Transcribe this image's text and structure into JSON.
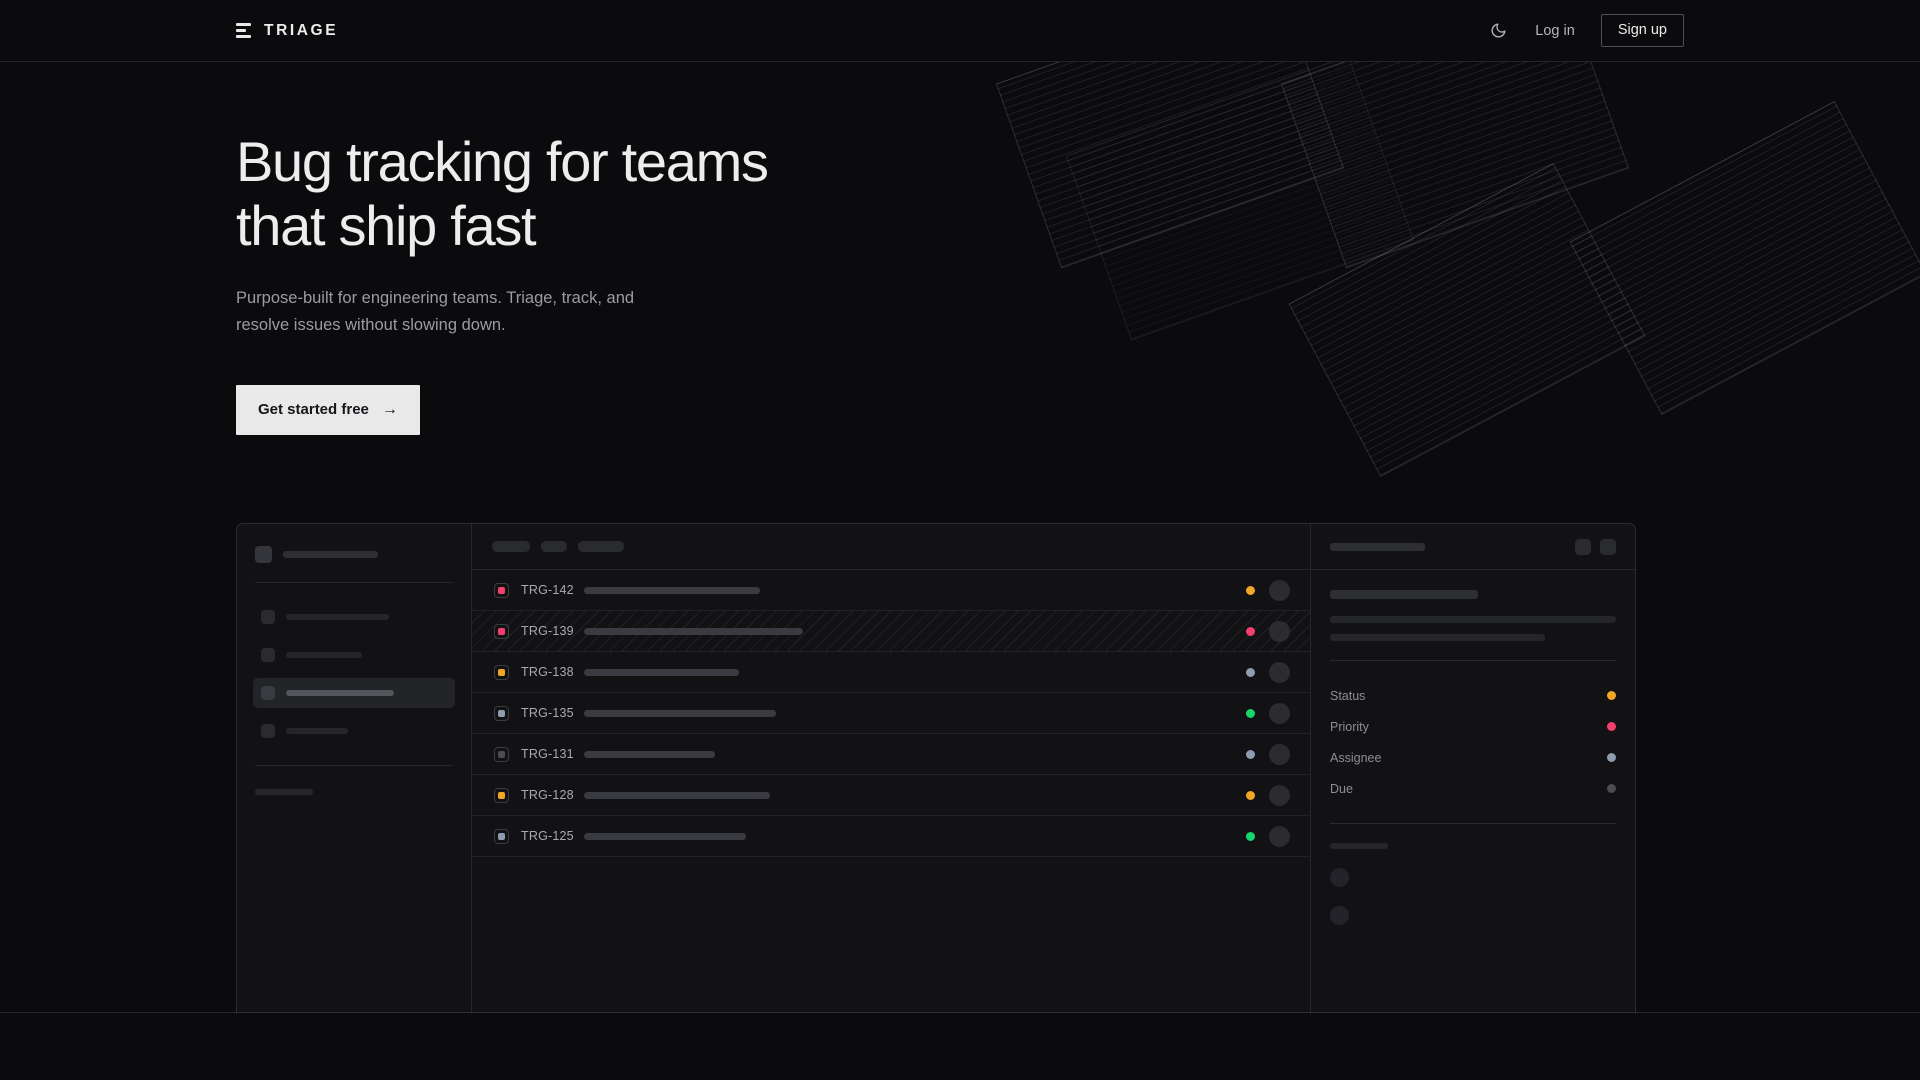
{
  "header": {
    "brand": "TRIAGE",
    "theme_toggle_icon": "moon-icon",
    "login_label": "Log in",
    "signup_label": "Sign up"
  },
  "hero": {
    "headline_line1": "Bug tracking for teams",
    "headline_line2": "that ship fast",
    "subhead_line1": "Purpose-built for engineering teams. Triage, track, and",
    "subhead_line2": "resolve issues without slowing down.",
    "cta_label": "Get started free",
    "cta_arrow": "→"
  },
  "colors": {
    "page_bg": "#0b0b0d",
    "panel_bg": "#121214",
    "text_primary": "#ededee",
    "text_muted": "#9b9ca1",
    "cta_bg": "#e9e9ea",
    "status_amber": "#f0a725",
    "status_pink": "#f23f6d",
    "status_green": "#19d66b",
    "status_slate": "#8e9cb0",
    "status_gray": "#4a4c52"
  },
  "mockup": {
    "sidebar": {
      "workspace": {
        "icon": "workspace-avatar",
        "label_width": 95
      },
      "nav_items": [
        {
          "label_width": 103,
          "active": false
        },
        {
          "label_width": 76,
          "active": false
        },
        {
          "label_width": 108,
          "active": true
        },
        {
          "label_width": 62,
          "active": false
        }
      ],
      "section_label_width": 58,
      "collapsed_dots": 3
    },
    "list": {
      "header_chips": [
        38,
        26,
        46
      ],
      "rows": [
        {
          "id": "TRG-142",
          "badge_color": "#f23f6d",
          "title_width": 176,
          "status_color": "#f0a725",
          "striped": false
        },
        {
          "id": "TRG-139",
          "badge_color": "#f23f6d",
          "title_width": 219,
          "status_color": "#f23f6d",
          "striped": true
        },
        {
          "id": "TRG-138",
          "badge_color": "#f0a725",
          "title_width": 155,
          "status_color": "#8e9cb0",
          "striped": false
        },
        {
          "id": "TRG-135",
          "badge_color": "#8e9cb0",
          "title_width": 192,
          "status_color": "#19d66b",
          "striped": false
        },
        {
          "id": "TRG-131",
          "badge_color": "#4a4c52",
          "title_width": 131,
          "status_color": "#8e9cb0",
          "striped": false
        },
        {
          "id": "TRG-128",
          "badge_color": "#f0a725",
          "title_width": 186,
          "status_color": "#f0a725",
          "striped": false
        },
        {
          "id": "TRG-125",
          "badge_color": "#8e9cb0",
          "title_width": 162,
          "status_color": "#19d66b",
          "striped": false
        }
      ]
    },
    "detail": {
      "header_title_width": 95,
      "header_buttons": 2,
      "title_width": 148,
      "body_lines": [
        286,
        215
      ],
      "meta": [
        {
          "label": "Status",
          "dot_color": "#f0a725"
        },
        {
          "label": "Priority",
          "dot_color": "#f23f6d"
        },
        {
          "label": "Assignee",
          "dot_color": "#8e9cb0"
        },
        {
          "label": "Due",
          "dot_color": "#4a4c52"
        }
      ],
      "activity_label_width": 58,
      "activity_avatars": 2
    }
  }
}
